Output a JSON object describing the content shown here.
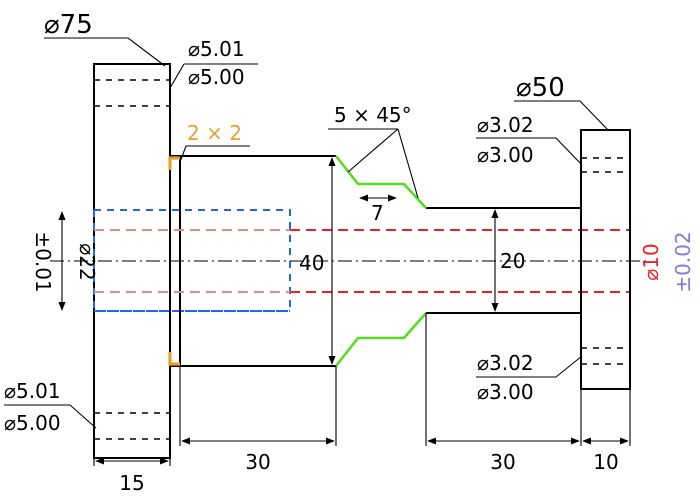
{
  "colors": {
    "outline": "#000000",
    "chamfer_shaft": "#55dd22",
    "chamfer_flange": "#e8a030",
    "bore_hidden": "#2266ee",
    "inner_hidden": "#ee2222",
    "inner_hidden_light": "#e08a8a",
    "tolerance_note": "#8877dd"
  },
  "dimensions": {
    "left_flange_diameter": "⌀75",
    "left_bore_top_upper": "⌀5.01",
    "left_bore_top_lower": "⌀5.00",
    "chamfer_flange": "2 × 2",
    "chamfer_shaft": "5 × 45°",
    "groove_width": "7",
    "bore_diameter": "⌀22",
    "bore_tolerance": "±0.01",
    "main_diameter": "40",
    "neck_diameter": "20",
    "right_flange_diameter": "⌀50",
    "right_bore_top_upper": "⌀3.02",
    "right_bore_top_lower": "⌀3.00",
    "right_bore_bottom_upper": "⌀3.02",
    "right_bore_bottom_lower": "⌀3.00",
    "left_bore_bottom_upper": "⌀5.01",
    "left_bore_bottom_lower": "⌀5.00",
    "inner_diameter": "⌀10",
    "inner_tolerance": "±0.02",
    "flange_width": "15",
    "main_length": "30",
    "neck_length": "30",
    "right_flange_width": "10"
  }
}
